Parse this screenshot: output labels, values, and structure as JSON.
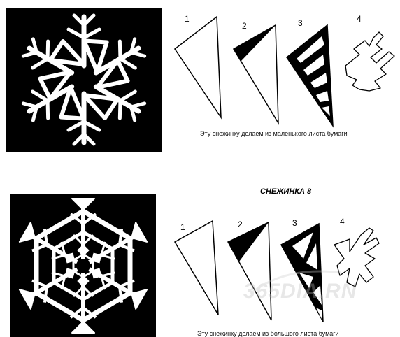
{
  "top_section": {
    "steps": [
      "1",
      "2",
      "3",
      "4"
    ],
    "caption": "Эту снежинку делаем из маленького листа бумаги"
  },
  "bottom_section": {
    "heading": "СНЕЖИНКА 8",
    "steps": [
      "1",
      "2",
      "3",
      "4"
    ],
    "caption": "Эту снежинку делаем из большого листа бумаги"
  },
  "watermark": "365DIA.RN"
}
